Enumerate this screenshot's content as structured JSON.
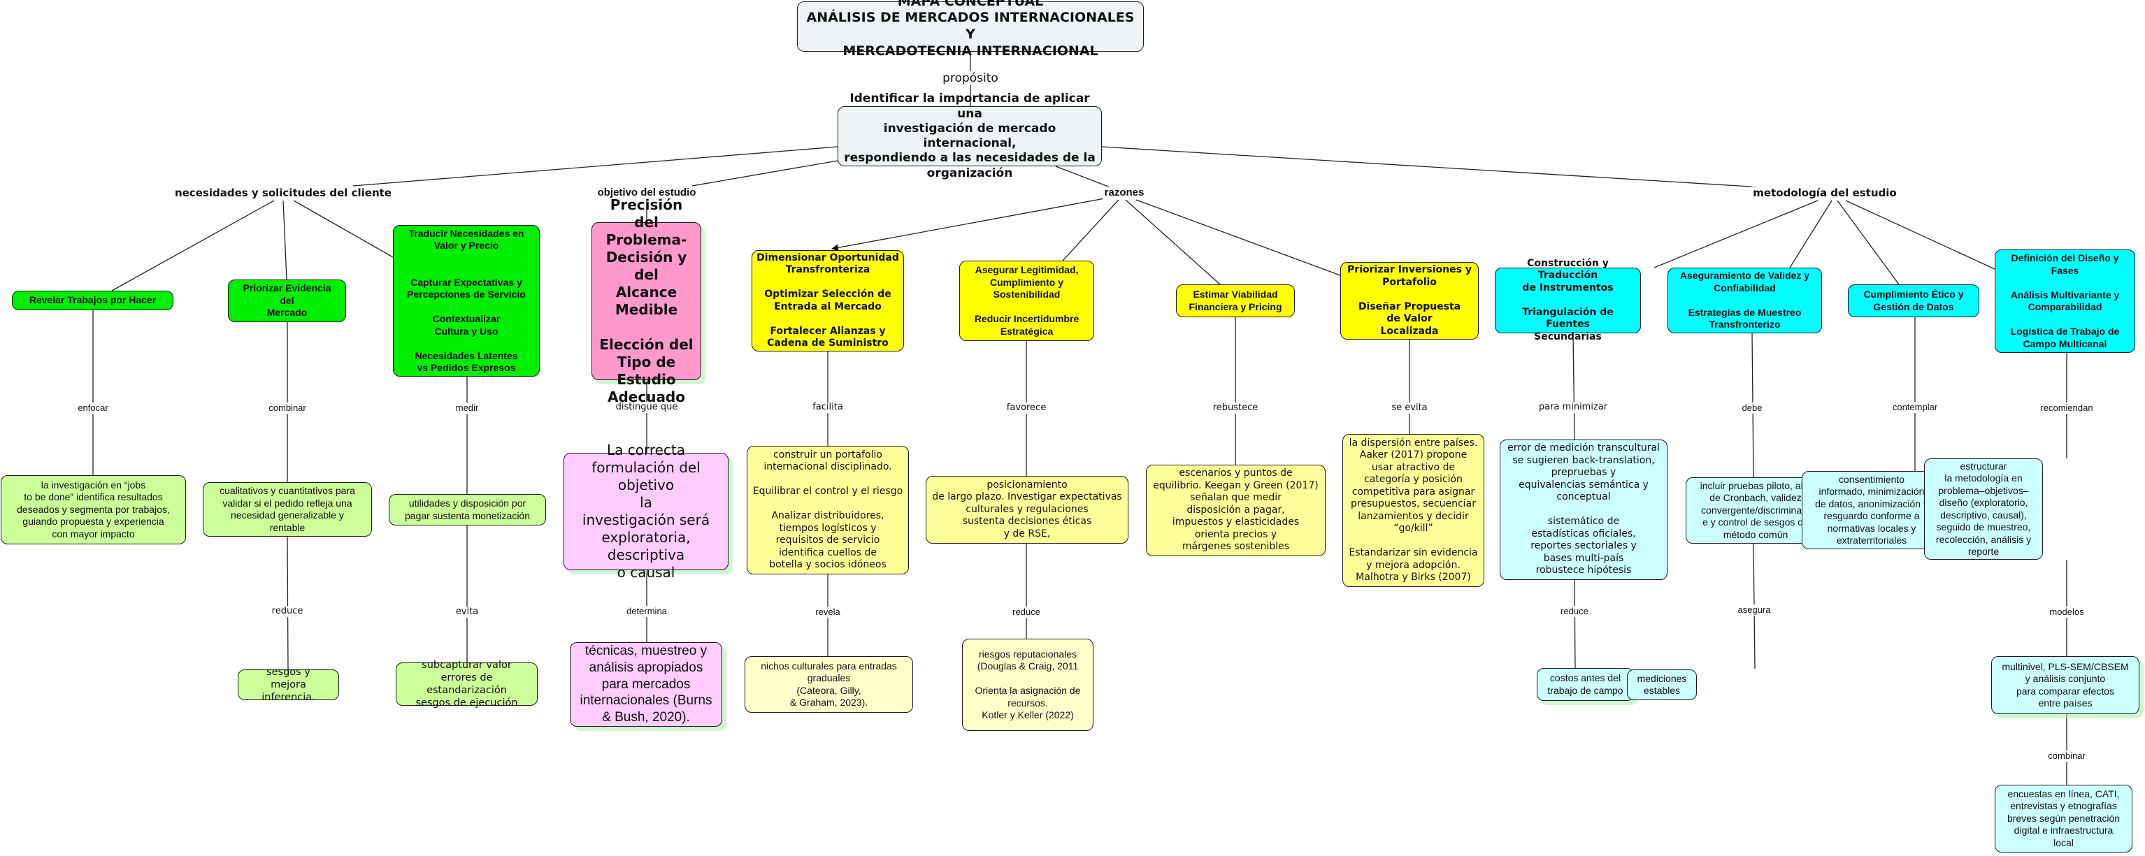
{
  "map": {
    "title": "MAPA CONCEPTUAL\nANÁLISIS DE MERCADOS INTERNACIONALES Y\nMERCADOTECNIA INTERNACIONAL",
    "purpose_link": "propósito",
    "main_concept": "Identificar la importancia de aplicar una\ninvestigación de mercado internacional,\nrespondiendo a las necesidades de la\norganización",
    "colors": {
      "green": "#00ee00",
      "light_green": "#ccff99",
      "pink": "#ff99cc",
      "light_pink": "#ffccff",
      "yellow": "#ffff00",
      "light_yellow": "#ffff99",
      "cyan": "#00ffff",
      "light_cyan": "#ccffff",
      "title_bg": "#eef4f6"
    }
  },
  "branches": {
    "necesidades": {
      "label": "necesidades y solicitudes del cliente",
      "concepts": [
        {
          "title": "Revelar Trabajos por Hacer",
          "link": "enfocar",
          "detail": "la investigación en “jobs\nto be done” identifica resultados\ndeseados y segmenta por trabajos,\nguiando propuesta y experiencia\ncon mayor impacto"
        },
        {
          "title": "Priorizar Evidencia\ndel\nMercado",
          "link": "combinar",
          "detail": "cualitativos y cuantitativos para\nvalidar si el pedido refleja una\nnecesidad generalizable y\nrentable",
          "link2": "reduce",
          "detail2": "sesgos y\nmejora inferencia."
        },
        {
          "title": "Traducir Necesidades en\nValor y Precio\n\n\nCapturar Expectativas y\nPercepciones de Servicio\n\nContextualizar\nCultura y Uso\n\nNecesidades Latentes\nvs Pedidos Expresos",
          "link": "medir",
          "detail": "utilidades y disposición por\npagar sustenta monetización",
          "link2": "evita",
          "detail2": "subcapturar valor\nerrores de estandarización\nsesgos de ejecución"
        }
      ]
    },
    "objetivo": {
      "label": "objetivo del estudio",
      "concept": "Precisión del\nProblema-\nDecisión y del\nAlcance\nMedible\n\nElección del\nTipo de\nEstudio\nAdecuado",
      "link": "distingue que",
      "detail": "La correcta\nformulación del objetivo\nla\ninvestigación será\nexploratoria, descriptiva\no causal",
      "link2": "determina",
      "detail2": "técnicas, muestreo y\nanálisis apropiados\npara mercados\ninternacionales (Burns\n& Bush, 2020)."
    },
    "razones": {
      "label": "razones",
      "concepts": [
        {
          "title": "Dimensionar Oportunidad\nTransfronteriza\n\nOptimizar Selección de\nEntrada al Mercado\n\nFortalecer Alianzas y\nCadena de Suministro",
          "link": "facilita",
          "detail": "construir un portafolio\ninternacional disciplinado.\n\nEquilibrar el control y el riesgo\n\nAnalizar distribuidores,\ntiempos logísticos y\nrequisitos de servicio\nidentifica cuellos de\nbotella y socios idóneos",
          "link2": "revela",
          "detail2": "nichos culturales para entradas\ngraduales\n(Cateora, Gilly,\n& Graham, 2023)."
        },
        {
          "title": "Asegurar Legitimidad,\nCumplimiento y\nSostenibilidad\n\nReducir Incertidumbre\nEstratégica",
          "link": "favorece",
          "detail": "posicionamiento\nde largo plazo. Investigar expectativas\nculturales y regulaciones\nsustenta decisiones éticas\ny de RSE,",
          "link2": "reduce",
          "detail2": "riesgos reputacionales\n(Douglas & Craig, 2011\n\nOrienta la asignación de\nrecursos.\nKotler y Keller (2022)"
        },
        {
          "title": "Estimar Viabilidad\nFinanciera y Pricing",
          "link": "rebustece",
          "detail": "escenarios y puntos de\nequilibrio. Keegan y Green (2017)\nseñalan que medir\ndisposición a pagar,\nimpuestos y elasticidades\norienta precios y\nmárgenes sostenibles"
        },
        {
          "title": "Priorizar Inversiones y\nPortafolio\n\nDiseñar Propuesta\nde Valor\nLocalizada",
          "link": "se evita",
          "detail": "la dispersión entre países.\nAaker (2017) propone\nusar atractivo de\ncategoría y posición\ncompetitiva para asignar\npresupuestos, secuenciar\nlanzamientos y decidir\n“go/kill”\n\nEstandarizar sin evidencia\ny mejora adopción.\nMalhotra y Birks (2007)"
        }
      ]
    },
    "metodologia": {
      "label": "metodología del estudio",
      "concepts": [
        {
          "title": "Construcción y Traducción\nde Instrumentos\n\nTriangulación de Fuentes\nSecundarias",
          "link": "para minimizar",
          "detail": "error de medición transcultural\nse sugieren back-translation,\nprepruebas y\nequivalencias semántica y\nconceptual\n\nsistemático de\nestadísticas oficiales,\nreportes sectoriales y\nbases multi-país\nrobustece hipótesis",
          "link2": "reduce",
          "detail2": "costos antes del\ntrabajo de campo"
        },
        {
          "title": "Aseguramiento de Validez y\nConfiabilidad\n\nEstrategias de Muestreo\nTransfronterizo",
          "link": "debe",
          "detail": "incluir pruebas piloto, alfa\nde Cronbach, validez\nconvergente/discriminant\ne y control de sesgos de\nmétodo común",
          "link2": "asegura",
          "detail2": "mediciones\nestables"
        },
        {
          "title": "Cumplimiento Ético y\nGestión de Datos",
          "link": "contemplar",
          "detail": "consentimiento\ninformado, minimización\nde datos, anonimización y\nresguardo conforme a\nnormativas locales y\nextraterritoriales"
        },
        {
          "title": "Definición del Diseño y\nFases\n\nAnálisis Multivariante y\nComparabilidad\n\nLogística de Trabajo de\nCampo Multicanal",
          "link": "recomiendan",
          "detail": "estructurar\nla metodología en\nproblema–objetivos–\ndiseño (exploratorio,\ndescriptivo, causal),\nseguido de muestreo,\nrecolección, análisis y\nreporte",
          "link2": "modelos",
          "detail2": "multinivel, PLS-SEM/CBSEM\ny análisis conjunto\npara comparar efectos\nentre países",
          "link3": "combinar",
          "detail3": "encuestas en línea, CATI,\nentrevistas y etnografías\nbreves según penetración\ndigital e infraestructura\nlocal"
        }
      ]
    }
  }
}
